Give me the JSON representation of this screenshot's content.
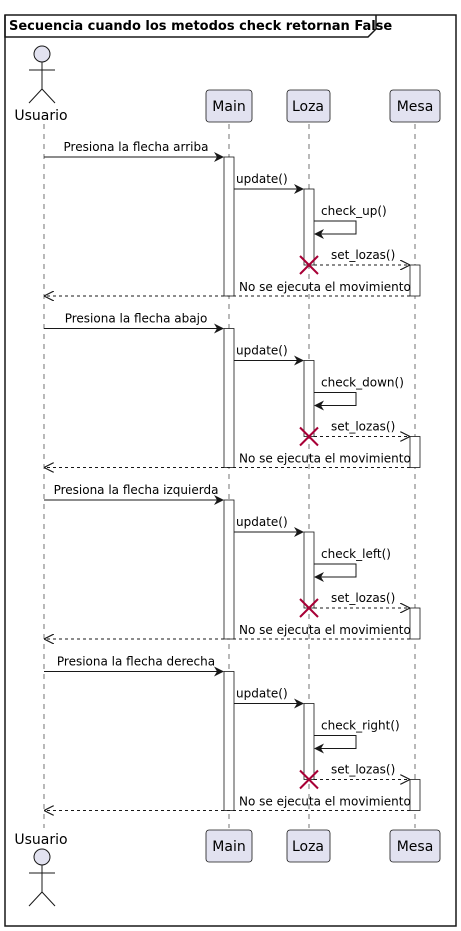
{
  "frame": {
    "title": "Secuencia cuando los metodos check retornan False"
  },
  "participants": {
    "usuario": "Usuario",
    "main": "Main",
    "loza": "Loza",
    "mesa": "Mesa"
  },
  "colors": {
    "participant_fill": "#e2e2f0",
    "border": "#181818",
    "destroy_mark": "#a80036",
    "lifeline": "#181818",
    "background": "#ffffff"
  },
  "sequences": [
    {
      "press": "Presiona la flecha arriba",
      "update": "update()",
      "check": "check_up()",
      "set": "set_lozas()",
      "result": "No se ejecuta el movimiento"
    },
    {
      "press": "Presiona la flecha abajo",
      "update": "update()",
      "check": "check_down()",
      "set": "set_lozas()",
      "result": "No se ejecuta el movimiento"
    },
    {
      "press": "Presiona la flecha izquierda",
      "update": "update()",
      "check": "check_left()",
      "set": "set_lozas()",
      "result": "No se ejecuta el movimiento"
    },
    {
      "press": "Presiona la flecha derecha",
      "update": "update()",
      "check": "check_right()",
      "set": "set_lozas()",
      "result": "No se ejecuta el movimiento"
    }
  ]
}
